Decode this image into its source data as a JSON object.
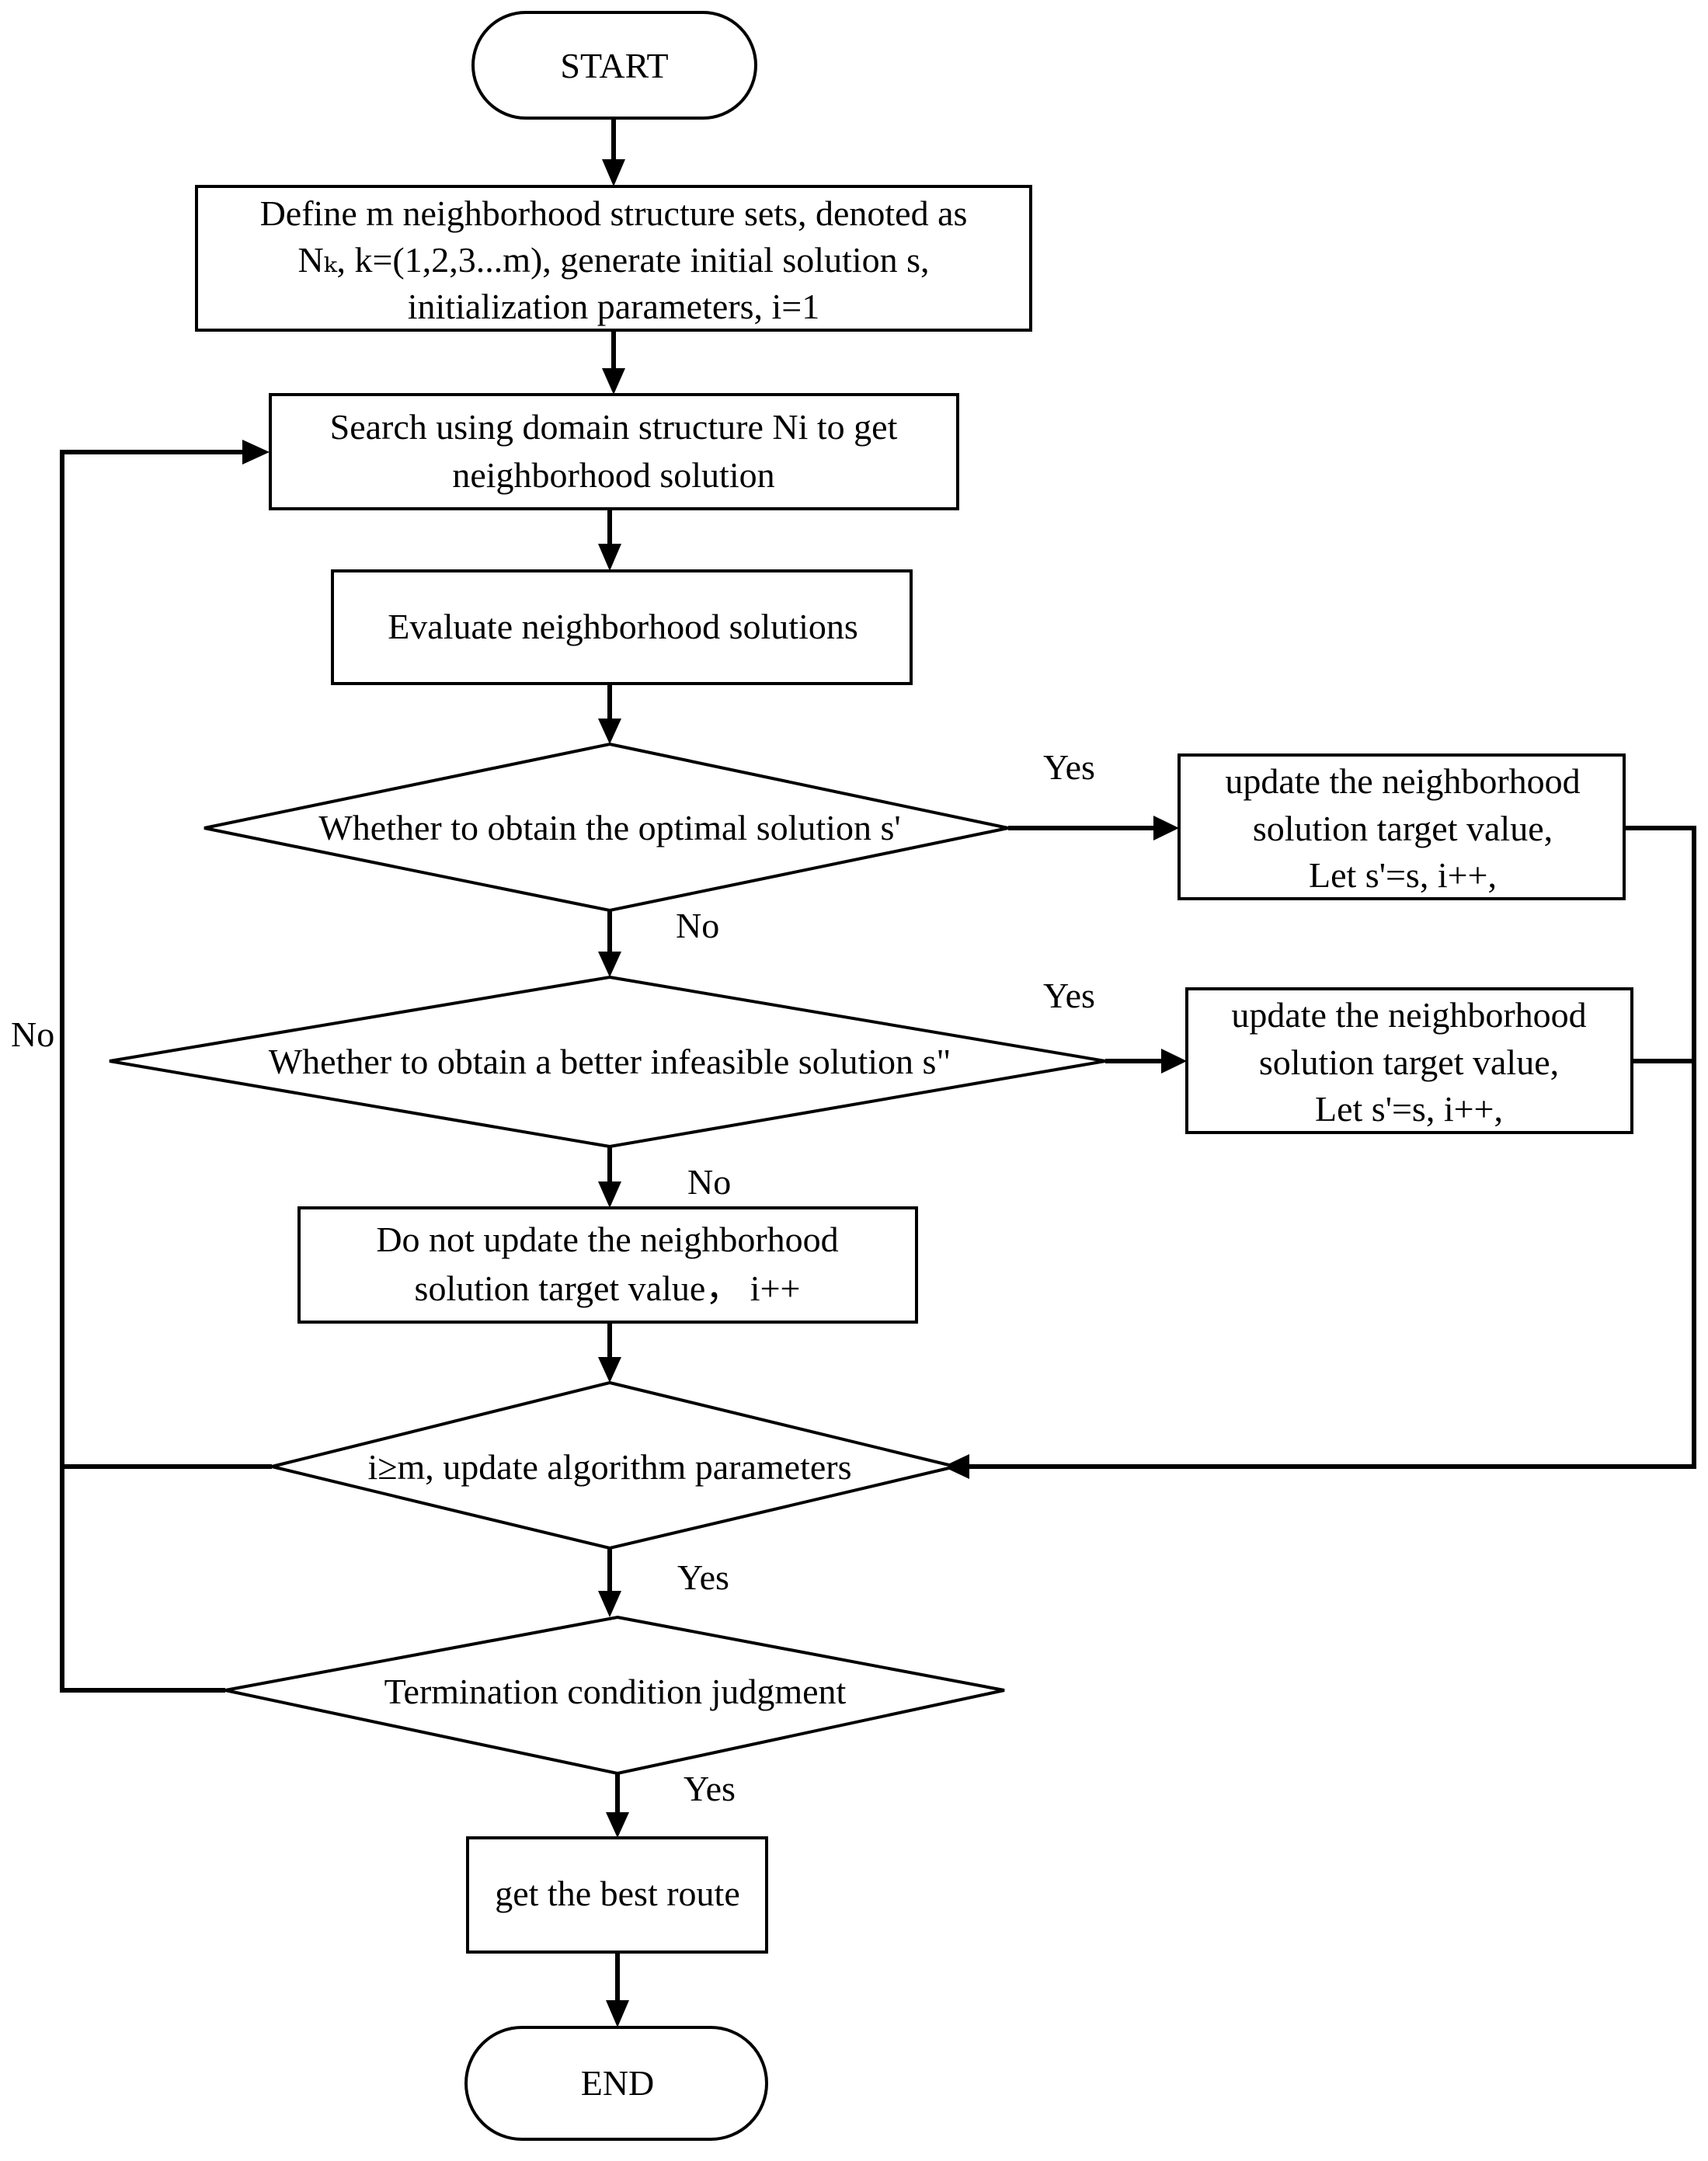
{
  "flowchart": {
    "start": "START",
    "define": {
      "line1": "Define m neighborhood structure sets, denoted as",
      "line2": "Nₖ, k=(1,2,3...m), generate initial solution s,",
      "line3": "initialization parameters, i=1"
    },
    "search": {
      "line1": "Search using domain structure Ni to get",
      "line2": "neighborhood solution"
    },
    "evaluate": "Evaluate neighborhood solutions",
    "decision_optimal": "Whether to obtain the optimal solution s'",
    "update_1": {
      "line1": "update the neighborhood",
      "line2": "solution target value,",
      "line3": "Let s'=s, i++,"
    },
    "decision_infeasible": "Whether to obtain a better infeasible solution s\"",
    "update_2": {
      "line1": "update the neighborhood",
      "line2": "solution target value,",
      "line3": "Let s'=s, i++,"
    },
    "no_update": {
      "line1": "Do not update the neighborhood",
      "line2": "solution target value，  i++"
    },
    "decision_im": "i≥m, update algorithm parameters",
    "decision_termination": "Termination condition judgment",
    "best_route": "get the best route",
    "end": "END"
  },
  "labels": {
    "yes_optimal": "Yes",
    "no_optimal": "No",
    "yes_infeasible": "Yes",
    "no_infeasible": "No",
    "yes_im": "Yes",
    "yes_termination": "Yes",
    "no_loop": "No"
  }
}
